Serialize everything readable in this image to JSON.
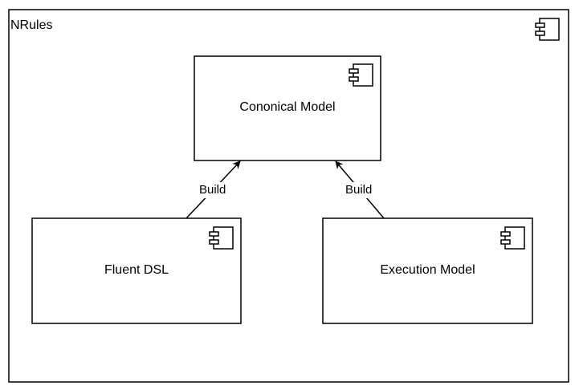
{
  "container": {
    "title": "NRules",
    "icon": "uml-component-icon"
  },
  "components": {
    "canonical_model": {
      "label": "Cononical Model",
      "icon": "uml-component-icon"
    },
    "fluent_dsl": {
      "label": "Fluent DSL",
      "icon": "uml-component-icon"
    },
    "execution_model": {
      "label": "Execution Model",
      "icon": "uml-component-icon"
    }
  },
  "edges": [
    {
      "from": "Fluent DSL",
      "to": "Cononical Model",
      "label": "Build"
    },
    {
      "from": "Execution Model",
      "to": "Cononical Model",
      "label": "Build"
    }
  ],
  "colors": {
    "stroke": "#000000",
    "fill": "#ffffff"
  }
}
